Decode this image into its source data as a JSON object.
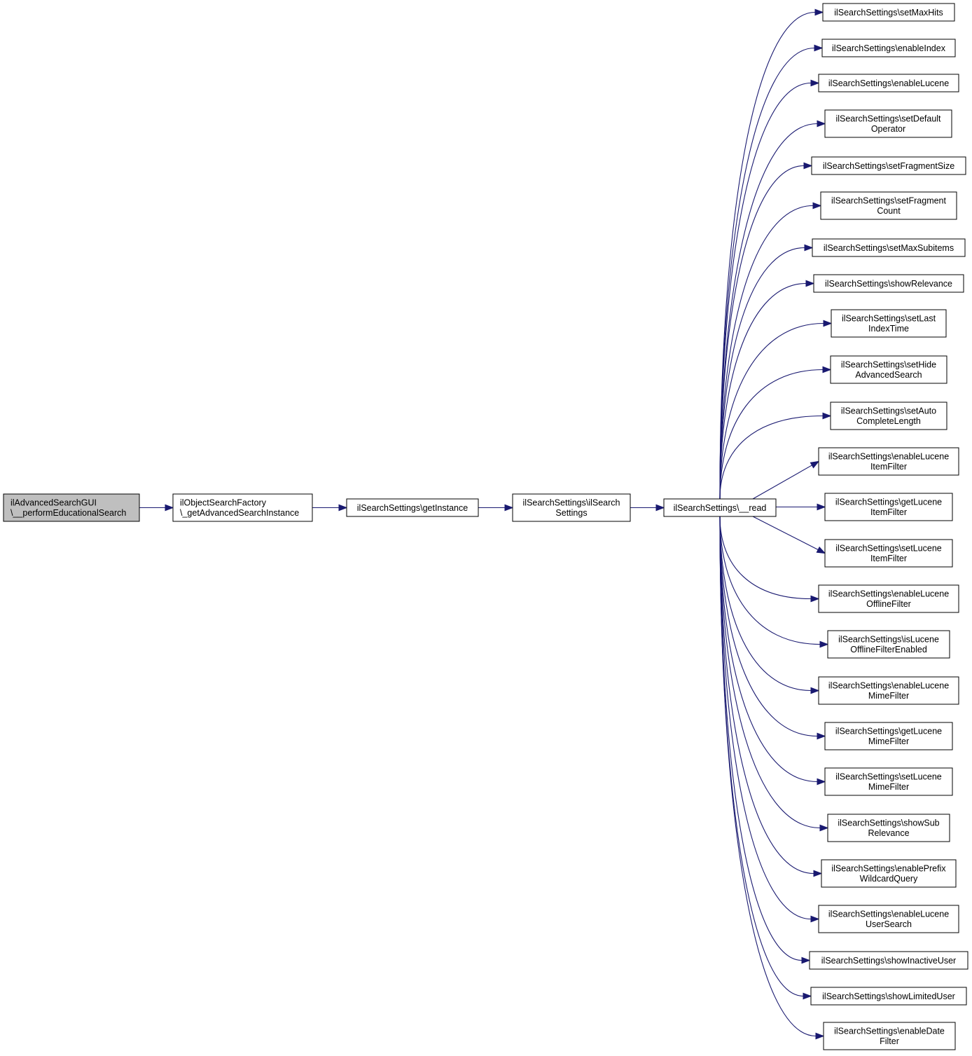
{
  "colors": {
    "edge": "#191970",
    "root_fill": "#bfbfbf",
    "node_fill": "#ffffff"
  },
  "nodes": [
    {
      "id": "perform",
      "lines": [
        "ilAdvancedSearchGUI",
        "\\__performEducationalSearch"
      ],
      "highlight": true
    },
    {
      "id": "factory",
      "lines": [
        "ilObjectSearchFactory",
        "\\_getAdvancedSearchInstance"
      ]
    },
    {
      "id": "getInstance",
      "lines": [
        "ilSearchSettings\\getInstance"
      ]
    },
    {
      "id": "ctor",
      "lines": [
        "ilSearchSettings\\ilSearch",
        "Settings"
      ]
    },
    {
      "id": "read",
      "lines": [
        "ilSearchSettings\\__read"
      ]
    },
    {
      "id": "t01",
      "lines": [
        "ilSearchSettings\\setMaxHits"
      ]
    },
    {
      "id": "t02",
      "lines": [
        "ilSearchSettings\\enableIndex"
      ]
    },
    {
      "id": "t03",
      "lines": [
        "ilSearchSettings\\enableLucene"
      ]
    },
    {
      "id": "t04",
      "lines": [
        "ilSearchSettings\\setDefault",
        "Operator"
      ]
    },
    {
      "id": "t05",
      "lines": [
        "ilSearchSettings\\setFragmentSize"
      ]
    },
    {
      "id": "t06",
      "lines": [
        "ilSearchSettings\\setFragment",
        "Count"
      ]
    },
    {
      "id": "t07",
      "lines": [
        "ilSearchSettings\\setMaxSubitems"
      ]
    },
    {
      "id": "t08",
      "lines": [
        "ilSearchSettings\\showRelevance"
      ]
    },
    {
      "id": "t09",
      "lines": [
        "ilSearchSettings\\setLast",
        "IndexTime"
      ]
    },
    {
      "id": "t10",
      "lines": [
        "ilSearchSettings\\setHide",
        "AdvancedSearch"
      ]
    },
    {
      "id": "t11",
      "lines": [
        "ilSearchSettings\\setAuto",
        "CompleteLength"
      ]
    },
    {
      "id": "t12",
      "lines": [
        "ilSearchSettings\\enableLucene",
        "ItemFilter"
      ]
    },
    {
      "id": "t13",
      "lines": [
        "ilSearchSettings\\getLucene",
        "ItemFilter"
      ]
    },
    {
      "id": "t14",
      "lines": [
        "ilSearchSettings\\setLucene",
        "ItemFilter"
      ]
    },
    {
      "id": "t15",
      "lines": [
        "ilSearchSettings\\enableLucene",
        "OfflineFilter"
      ]
    },
    {
      "id": "t16",
      "lines": [
        "ilSearchSettings\\isLucene",
        "OfflineFilterEnabled"
      ]
    },
    {
      "id": "t17",
      "lines": [
        "ilSearchSettings\\enableLucene",
        "MimeFilter"
      ]
    },
    {
      "id": "t18",
      "lines": [
        "ilSearchSettings\\getLucene",
        "MimeFilter"
      ]
    },
    {
      "id": "t19",
      "lines": [
        "ilSearchSettings\\setLucene",
        "MimeFilter"
      ]
    },
    {
      "id": "t20",
      "lines": [
        "ilSearchSettings\\showSub",
        "Relevance"
      ]
    },
    {
      "id": "t21",
      "lines": [
        "ilSearchSettings\\enablePrefix",
        "WildcardQuery"
      ]
    },
    {
      "id": "t22",
      "lines": [
        "ilSearchSettings\\enableLucene",
        "UserSearch"
      ]
    },
    {
      "id": "t23",
      "lines": [
        "ilSearchSettings\\showInactiveUser"
      ]
    },
    {
      "id": "t24",
      "lines": [
        "ilSearchSettings\\showLimitedUser"
      ]
    },
    {
      "id": "t25",
      "lines": [
        "ilSearchSettings\\enableDate",
        "Filter"
      ]
    }
  ],
  "edges": [
    [
      "perform",
      "factory"
    ],
    [
      "factory",
      "getInstance"
    ],
    [
      "getInstance",
      "ctor"
    ],
    [
      "ctor",
      "read"
    ],
    [
      "read",
      "t01"
    ],
    [
      "read",
      "t02"
    ],
    [
      "read",
      "t03"
    ],
    [
      "read",
      "t04"
    ],
    [
      "read",
      "t05"
    ],
    [
      "read",
      "t06"
    ],
    [
      "read",
      "t07"
    ],
    [
      "read",
      "t08"
    ],
    [
      "read",
      "t09"
    ],
    [
      "read",
      "t10"
    ],
    [
      "read",
      "t11"
    ],
    [
      "read",
      "t12"
    ],
    [
      "read",
      "t13"
    ],
    [
      "read",
      "t14"
    ],
    [
      "read",
      "t15"
    ],
    [
      "read",
      "t16"
    ],
    [
      "read",
      "t17"
    ],
    [
      "read",
      "t18"
    ],
    [
      "read",
      "t19"
    ],
    [
      "read",
      "t20"
    ],
    [
      "read",
      "t21"
    ],
    [
      "read",
      "t22"
    ],
    [
      "read",
      "t23"
    ],
    [
      "read",
      "t24"
    ],
    [
      "read",
      "t25"
    ]
  ]
}
